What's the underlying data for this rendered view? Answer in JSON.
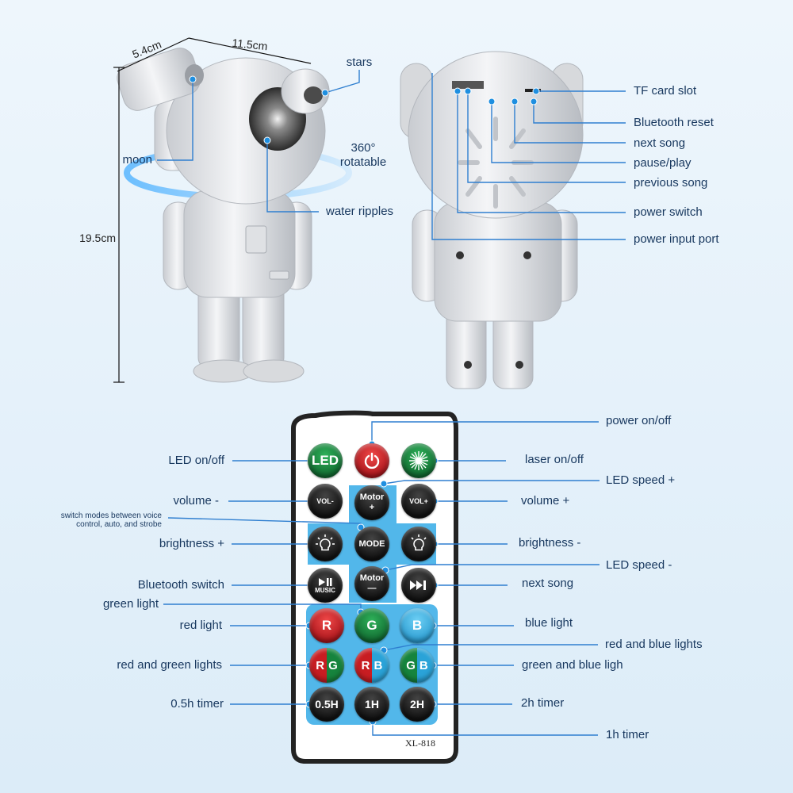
{
  "dimensions": {
    "depth": "5.4cm",
    "width": "11.5cm",
    "height": "19.5cm"
  },
  "front_labels": {
    "stars": "stars",
    "moon": "moon",
    "rotatable": "360°\nrotatable",
    "water_ripples": "water ripples"
  },
  "back_labels": {
    "tf_card_slot": "TF card slot",
    "bluetooth_reset": "Bluetooth reset",
    "next_song": "next song",
    "pause_play": "pause/play",
    "previous_song": "previous song",
    "power_switch": "power switch",
    "power_input_port": "power input port"
  },
  "remote_buttons": {
    "led": "LED",
    "vol_minus": "VOL-",
    "vol_plus": "VOL+",
    "motor_plus": "Motor\n+",
    "motor_minus": "Motor\n—",
    "mode": "MODE",
    "music": "MUSIC",
    "r": "R",
    "g": "G",
    "b": "B",
    "t05": "0.5H",
    "t1": "1H",
    "t2": "2H",
    "model": "XL-818"
  },
  "remote_labels": {
    "power_onoff": "power on/off",
    "led_onoff": "LED on/off",
    "laser_onoff": "laser on/off",
    "led_speed_plus": "LED speed +",
    "volume_minus": "volume -",
    "volume_plus": "volume +",
    "switch_modes": "switch modes between voice control, auto, and strobe",
    "brightness_plus": "brightness +",
    "brightness_minus": "brightness -",
    "led_speed_minus": "LED speed -",
    "bluetooth_switch": "Bluetooth switch",
    "next_song": "next song",
    "green_light": "green light",
    "red_light": "red light",
    "blue_light": "blue light",
    "red_and_blue": "red and blue lights",
    "red_and_green": "red and green lights",
    "green_and_blue": "green and blue ligh",
    "timer_05": "0.5h timer",
    "timer_2": "2h timer",
    "timer_1": "1h timer"
  },
  "colors": {
    "label_text": "#17375e",
    "leader_line": "#2f7fd0",
    "anchor_dot": "#1f8fe0",
    "remote_panel": "#52b7ea"
  }
}
